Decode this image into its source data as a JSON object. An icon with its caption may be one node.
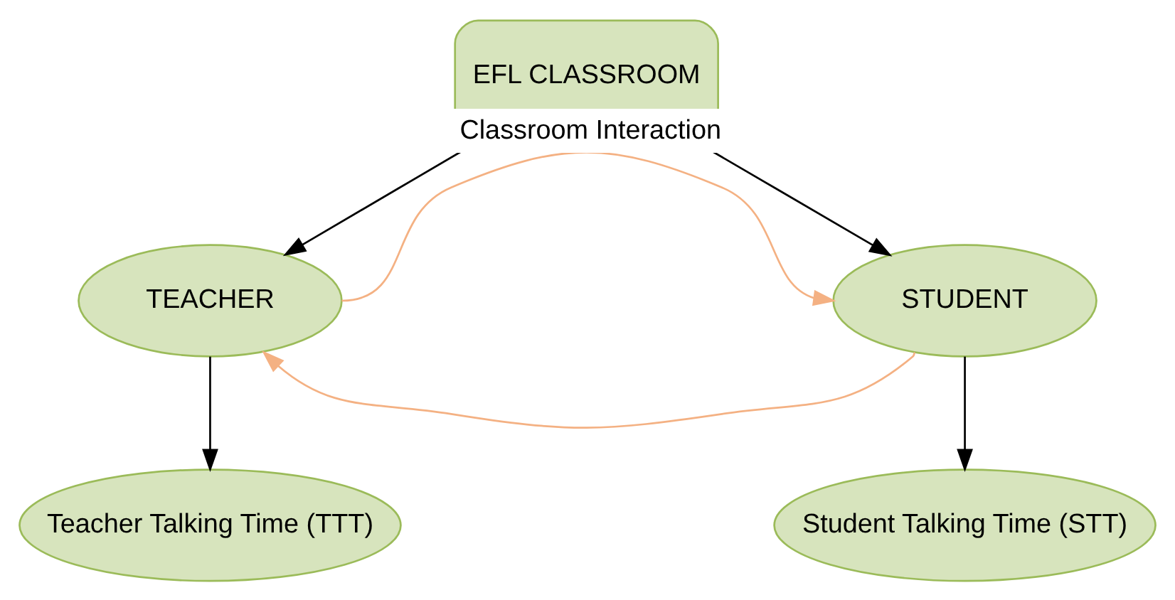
{
  "diagram": {
    "nodes": [
      {
        "text": [
          "EFL CLASSROOM"
        ]
      },
      {
        "text": [
          "TEACHER"
        ]
      },
      {
        "text": [
          "STUDENT"
        ]
      },
      {
        "text": [
          "Teacher Talking Time (TTT)"
        ]
      },
      {
        "text": [
          "Student Talking Time (STT)"
        ]
      }
    ],
    "edges": [
      {
        "from": 0,
        "to": 1,
        "arrow": "to"
      },
      {
        "from": 0,
        "to": 2,
        "arrow": "to"
      },
      {
        "from": 1,
        "to": 2,
        "arrow": "to",
        "label": "Classroom Interaction",
        "color": "#f4b183"
      },
      {
        "from": 2,
        "to": 1,
        "arrow": "to",
        "color": "#f4b183"
      },
      {
        "from": 1,
        "to": 3,
        "arrow": "to"
      },
      {
        "from": 2,
        "to": 4,
        "arrow": "to"
      }
    ]
  }
}
